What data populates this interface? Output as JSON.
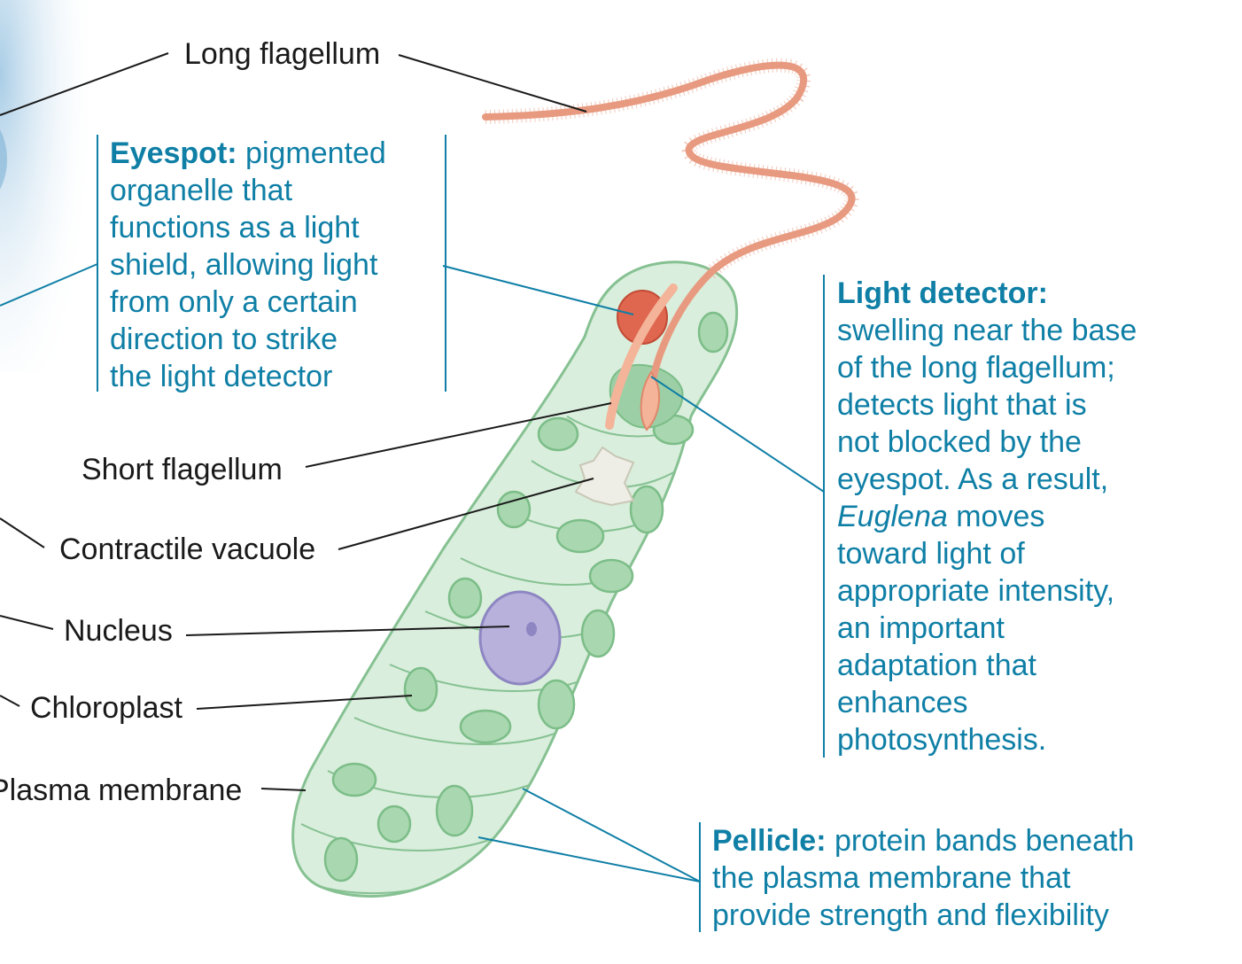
{
  "labels": {
    "long_flagellum": "Long flagellum",
    "short_flagellum": "Short flagellum",
    "contractile_vacuole": "Contractile vacuole",
    "nucleus": "Nucleus",
    "chloroplast": "Chloroplast",
    "plasma_membrane": "Plasma membrane"
  },
  "notes": {
    "eyespot": {
      "term": "Eyespot:",
      "lines": [
        "pigmented",
        "organelle that",
        "functions as a light",
        "shield, allowing light",
        "from only a certain",
        "direction to strike",
        "the light detector"
      ]
    },
    "light_detector": {
      "term": "Light detector:",
      "line1": "swelling near the base",
      "line2": "of the long flagellum;",
      "line3": "detects light that is",
      "line4": "not blocked by the",
      "line5": "eyespot. As a result,",
      "italic": "Euglena",
      "line6_rest": " moves",
      "line7": "toward light of",
      "line8": "appropriate intensity,",
      "line9": "an important",
      "line10": "adaptation that",
      "line11": "enhances",
      "line12": "photosynthesis."
    },
    "pellicle": {
      "term": "Pellicle:",
      "line1_rest": " protein bands beneath",
      "line2": "the plasma membrane that",
      "line3": "provide strength and flexibility"
    }
  },
  "colors": {
    "note_text": "#0f7fa6",
    "cell_fill": "#d9eedc",
    "chloroplast": "#a9d8b0",
    "flagellum": "#f0a98e",
    "eyespot": "#e0674f",
    "nucleus": "#b7b1dc"
  }
}
